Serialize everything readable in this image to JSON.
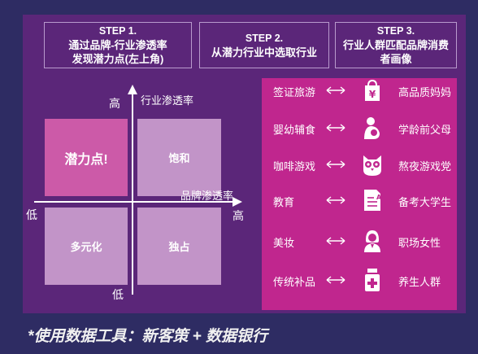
{
  "steps": [
    {
      "title": "STEP 1.",
      "body": "通过品牌-行业渗透率\n发现潜力点(左上角)"
    },
    {
      "title": "STEP 2.",
      "body": "从潜力行业中选取行业"
    },
    {
      "title": "STEP 3.",
      "body": "行业人群匹配品牌消费\n者画像"
    }
  ],
  "matrix": {
    "y_axis_label": "行业渗透率",
    "x_axis_label": "品牌渗透率",
    "y_high": "高",
    "y_low": "低",
    "x_high": "高",
    "x_low": "低",
    "quadrants": {
      "top_left": "潜力点!",
      "top_right": "饱和",
      "bottom_left": "多元化",
      "bottom_right": "独占"
    }
  },
  "mapping": [
    {
      "segment": "签证旅游",
      "icon": "shopping-bag-yen-icon",
      "crowd": "高品质妈妈"
    },
    {
      "segment": "婴幼辅食",
      "icon": "mother-baby-icon",
      "crowd": "学龄前父母"
    },
    {
      "segment": "咖啡游戏",
      "icon": "owl-icon",
      "crowd": "熬夜游戏党"
    },
    {
      "segment": "教育",
      "icon": "exam-paper-icon",
      "crowd": "备考大学生"
    },
    {
      "segment": "美妆",
      "icon": "office-woman-icon",
      "crowd": "职场女性"
    },
    {
      "segment": "传统补品",
      "icon": "medicine-bottle-icon",
      "crowd": "养生人群"
    }
  ],
  "footer": "*使用数据工具：新客策 + 数据银行",
  "colors": {
    "background": "#2e2c63",
    "panel": "#5b2679",
    "highlight_quadrant": "#cc5aa8",
    "other_quadrants": "#c294c8",
    "mapping_panel": "#c0268e"
  }
}
